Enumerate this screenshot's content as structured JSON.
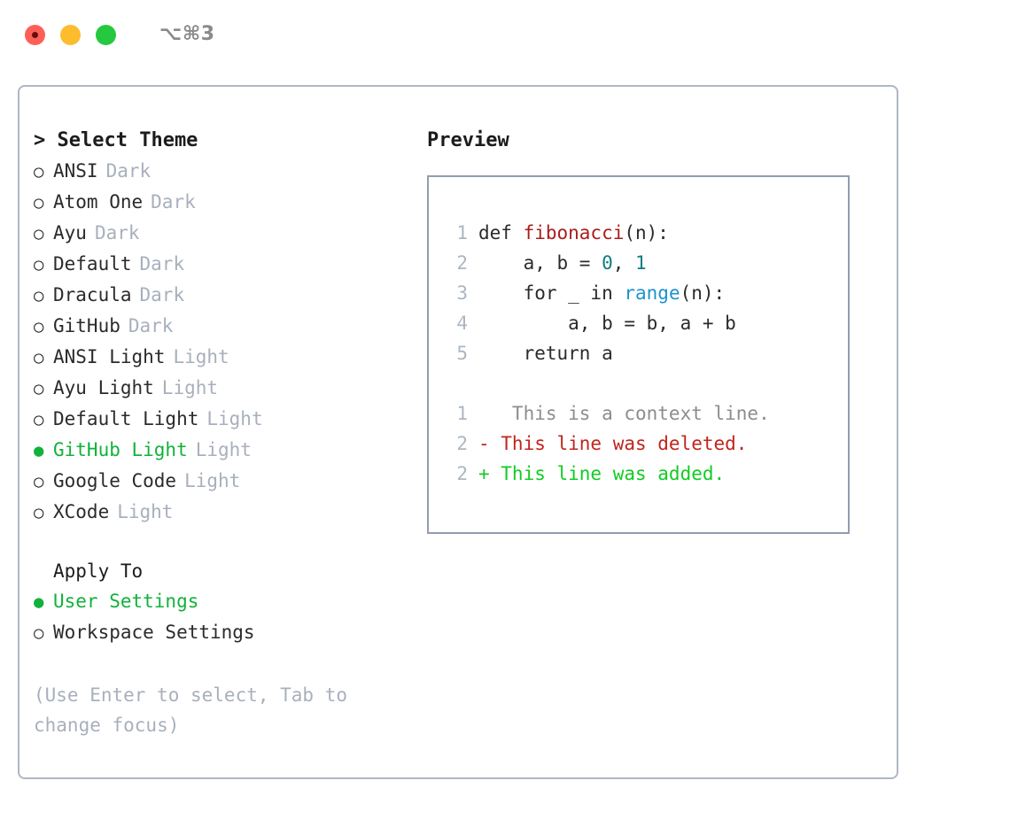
{
  "window": {
    "shortcut": "⌥⌘3",
    "traffic_lights": [
      "close-red",
      "minimize-yellow",
      "zoom-green"
    ],
    "colors": {
      "red": "#fc6058",
      "yellow": "#fdbc2d",
      "green": "#25c93f",
      "panel_border": "#aeb7c4",
      "preview_border": "#929dad",
      "accent_green": "#11b23b",
      "muted": "#a8b0bd"
    }
  },
  "theme_picker": {
    "header": "> Select Theme",
    "bullet_selected": "●",
    "bullet_unselected": "○",
    "items": [
      {
        "name": "ANSI",
        "tag": "Dark",
        "selected": false
      },
      {
        "name": "Atom One",
        "tag": "Dark",
        "selected": false
      },
      {
        "name": "Ayu",
        "tag": "Dark",
        "selected": false
      },
      {
        "name": "Default",
        "tag": "Dark",
        "selected": false
      },
      {
        "name": "Dracula",
        "tag": "Dark",
        "selected": false
      },
      {
        "name": "GitHub",
        "tag": "Dark",
        "selected": false
      },
      {
        "name": "ANSI Light",
        "tag": "Light",
        "selected": false
      },
      {
        "name": "Ayu Light",
        "tag": "Light",
        "selected": false
      },
      {
        "name": "Default Light",
        "tag": "Light",
        "selected": false
      },
      {
        "name": "GitHub Light",
        "tag": "Light",
        "selected": true
      },
      {
        "name": "Google Code",
        "tag": "Light",
        "selected": false
      },
      {
        "name": "XCode",
        "tag": "Light",
        "selected": false
      }
    ]
  },
  "apply_to": {
    "header": "Apply To",
    "items": [
      {
        "name": "User Settings",
        "selected": true
      },
      {
        "name": "Workspace Settings",
        "selected": false
      }
    ]
  },
  "hint": "(Use Enter to select, Tab to change focus)",
  "preview": {
    "title": "Preview",
    "code_lines": [
      {
        "num": "1",
        "parts": [
          {
            "t": "def ",
            "k": "plain"
          },
          {
            "t": "fibonacci",
            "k": "fn"
          },
          {
            "t": "(n):",
            "k": "plain"
          }
        ]
      },
      {
        "num": "2",
        "parts": [
          {
            "t": "    a, b = ",
            "k": "plain"
          },
          {
            "t": "0",
            "k": "num"
          },
          {
            "t": ", ",
            "k": "plain"
          },
          {
            "t": "1",
            "k": "num"
          }
        ]
      },
      {
        "num": "3",
        "parts": [
          {
            "t": "    for _ in ",
            "k": "plain"
          },
          {
            "t": "range",
            "k": "call"
          },
          {
            "t": "(n):",
            "k": "plain"
          }
        ]
      },
      {
        "num": "4",
        "parts": [
          {
            "t": "        a, b = b, a + b",
            "k": "plain"
          }
        ]
      },
      {
        "num": "5",
        "parts": [
          {
            "t": "    return a",
            "k": "plain"
          }
        ]
      }
    ],
    "diff_lines": [
      {
        "num": "1",
        "marker": " ",
        "text": "  This is a context line.",
        "kind": "context"
      },
      {
        "num": "2",
        "marker": "-",
        "text": " This line was deleted.",
        "kind": "deleted"
      },
      {
        "num": "2",
        "marker": "+",
        "text": " This line was added.",
        "kind": "added"
      }
    ]
  }
}
